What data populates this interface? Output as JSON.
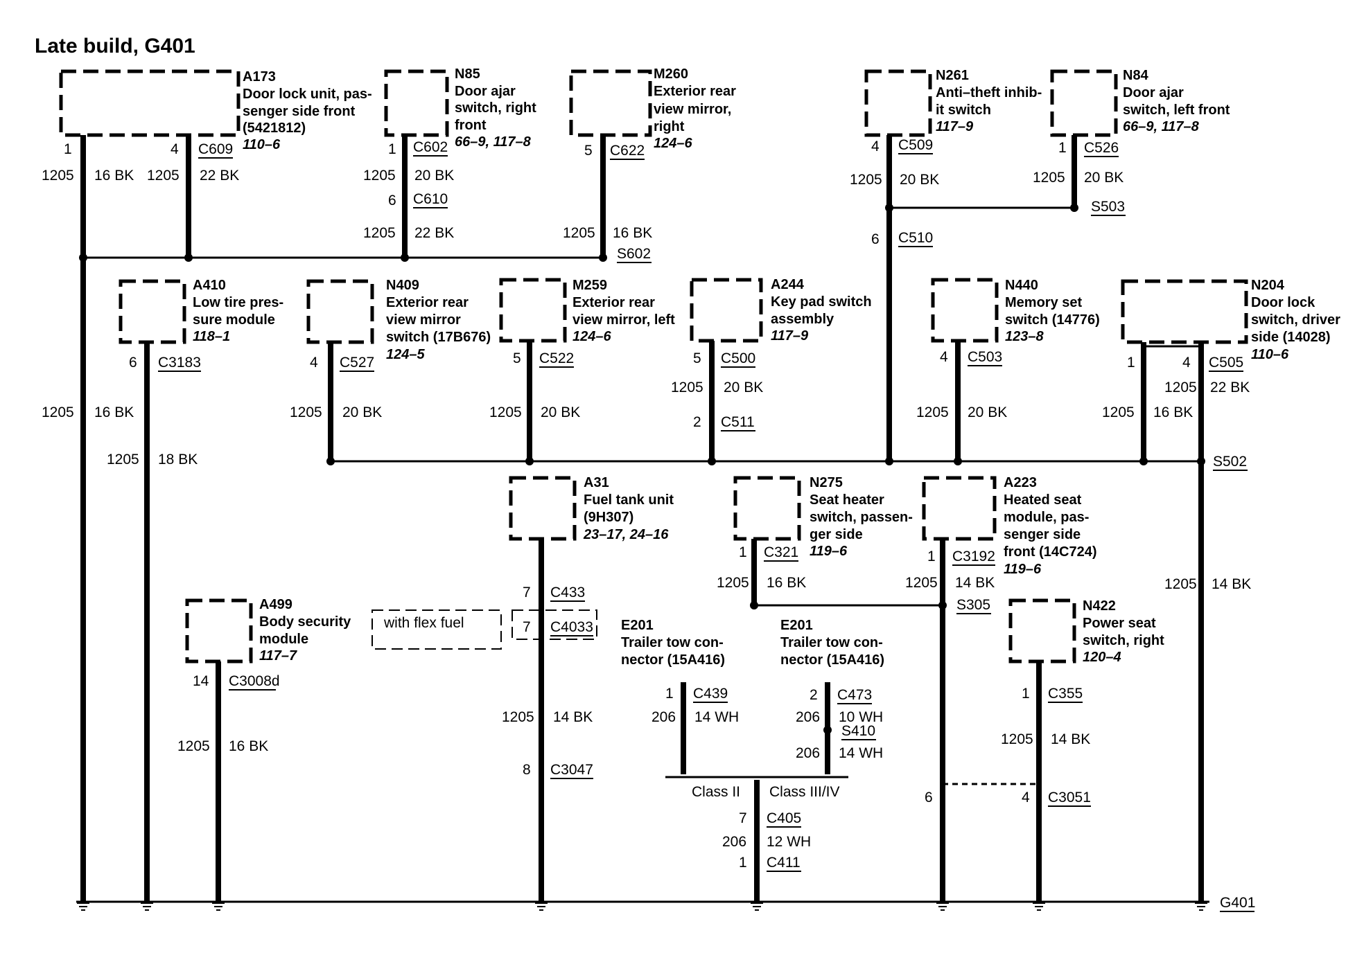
{
  "title": "Late build, G401",
  "components": {
    "A173": {
      "id": "A173",
      "l1": "Door lock unit, pas-",
      "l2": "senger side front",
      "l3": "(5421812)",
      "ref": "110–6"
    },
    "N85": {
      "id": "N85",
      "l1": "Door ajar",
      "l2": "switch, right",
      "l3": "front",
      "ref": "66–9, 117–8"
    },
    "M260": {
      "id": "M260",
      "l1": "Exterior rear",
      "l2": "view mirror,",
      "l3": "right",
      "ref": "124–6"
    },
    "N261": {
      "id": "N261",
      "l1": "Anti–theft inhib-",
      "l2": "it switch",
      "ref": "117–9"
    },
    "N84": {
      "id": "N84",
      "l1": "Door ajar",
      "l2": "switch, left front",
      "ref": "66–9, 117–8"
    },
    "A410": {
      "id": "A410",
      "l1": "Low tire pres-",
      "l2": "sure module",
      "ref": "118–1"
    },
    "N409": {
      "id": "N409",
      "l1": "Exterior rear",
      "l2": "view mirror",
      "l3": "switch (17B676)",
      "ref": "124–5"
    },
    "M259": {
      "id": "M259",
      "l1": "Exterior rear",
      "l2": "view mirror, left",
      "ref": "124–6"
    },
    "A244": {
      "id": "A244",
      "l1": "Key pad switch",
      "l2": "assembly",
      "ref": "117–9"
    },
    "N440": {
      "id": "N440",
      "l1": "Memory set",
      "l2": "switch (14776)",
      "ref": "123–8"
    },
    "N204": {
      "id": "N204",
      "l1": "Door lock",
      "l2": "switch, driver",
      "l3": "side (14028)",
      "ref": "110–6"
    },
    "A31": {
      "id": "A31",
      "l1": "Fuel tank unit",
      "l2": "(9H307)",
      "ref": "23–17, 24–16"
    },
    "N275": {
      "id": "N275",
      "l1": "Seat heater",
      "l2": "switch, passen-",
      "l3": "ger side",
      "ref": "119–6"
    },
    "A223": {
      "id": "A223",
      "l1": "Heated seat",
      "l2": "module, pas-",
      "l3": "senger side",
      "l4": "front (14C724)",
      "ref": "119–6"
    },
    "A499": {
      "id": "A499",
      "l1": "Body security",
      "l2": "module",
      "ref": "117–7"
    },
    "N422": {
      "id": "N422",
      "l1": "Power seat",
      "l2": "switch, right",
      "ref": "120–4"
    },
    "E201a": {
      "id": "E201",
      "l1": "Trailer tow con-",
      "l2": "nector (15A416)"
    },
    "E201b": {
      "id": "E201",
      "l1": "Trailer tow con-",
      "l2": "nector (15A416)"
    }
  },
  "flex_fuel_label": "with flex fuel",
  "labels": {
    "pin1": "1",
    "pin2": "2",
    "pin4": "4",
    "pin5": "5",
    "pin6": "6",
    "pin7": "7",
    "pin8": "8",
    "pin14": "14",
    "circuit": "1205",
    "circuit206": "206",
    "w16bk": "16 BK",
    "w22bk": "22 BK",
    "w20bk": "20 BK",
    "w18bk": "18 BK",
    "w14bk": "14 BK",
    "w14wh": "14 WH",
    "w10wh": "10 WH",
    "w12wh": "12 WH",
    "class2": "Class II",
    "class34": "Class III/IV"
  },
  "connectors": {
    "C609": "C609",
    "C602": "C602",
    "C610": "C610",
    "C622": "C622",
    "C509": "C509",
    "C526": "C526",
    "C510": "C510",
    "C3183": "C3183",
    "C527": "C527",
    "C522": "C522",
    "C500": "C500",
    "C511": "C511",
    "C503": "C503",
    "C505": "C505",
    "C433": "C433",
    "C4033": "C4033",
    "C3047": "C3047",
    "C321": "C321",
    "C3192": "C3192",
    "C3008d": "C3008d",
    "C439": "C439",
    "C473": "C473",
    "C355": "C355",
    "C3051": "C3051",
    "C405": "C405",
    "C411": "C411"
  },
  "splices": {
    "S602": "S602",
    "S503": "S503",
    "S502": "S502",
    "S305": "S305",
    "S410": "S410"
  },
  "ground": "G401"
}
